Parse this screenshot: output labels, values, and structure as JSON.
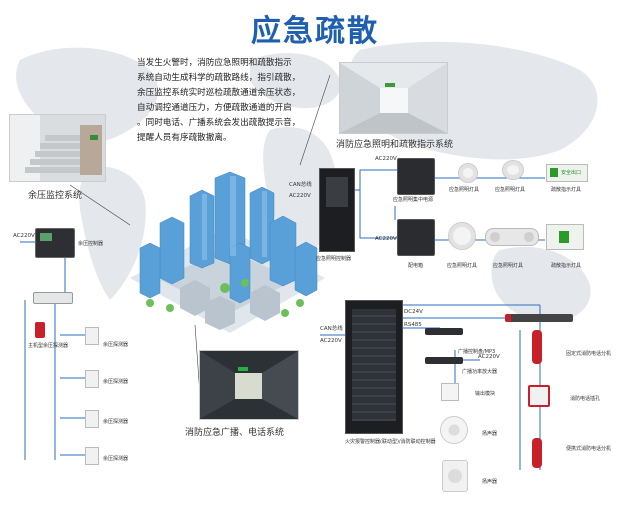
{
  "title": "应急疏散",
  "intro_lines": [
    "当发生火警时，消防应急照明和疏散指示",
    "系统自动生成科学的疏散路线，指引疏散，",
    "余压监控系统实时巡检疏散通道余压状态，",
    "自动调控通道压力，方便疏散通道的开启",
    "。同时电话、广播系统会发出疏散提示音，",
    "提醒人员有序疏散撤离。"
  ],
  "captions": {
    "lighting": "消防应急照明和疏散指示系统",
    "pressure": "余压监控系统",
    "broadcast": "消防应急广播、电话系统"
  },
  "lighting": {
    "can_bus": "CAN总线",
    "ac220": "AC220V",
    "ac220_top": "AC220V",
    "ac220_bottom": "AC220V",
    "cabinet": "应急照明控制器",
    "power_top": "应急照明集中电源",
    "power_bottom": "配电箱",
    "top_devices": [
      "应急照明灯具",
      "应急照明灯具",
      "疏散指示灯具"
    ],
    "bottom_devices": [
      "应急照明灯具",
      "应急照明灯具",
      "疏散指示灯具"
    ],
    "exit_sign": "安全出口"
  },
  "pressure": {
    "ac220": "AC220V",
    "module_label": "余压控制器",
    "sensors": [
      "余压探测器",
      "余压探测器",
      "余压探测器",
      "余压探测器"
    ],
    "bottom_label": "主机型余压探测器"
  },
  "broadcast": {
    "can_bus": "CAN总线",
    "ac220": "AC220V",
    "rs485": "RS485",
    "dc24": "DC24V",
    "mp3": "广播控制盘/MP3",
    "ac220_amp": "AC220V",
    "amp": "广播功率放大器",
    "module": "输出模块",
    "speaker1": "扬声器",
    "speaker2": "扬声器",
    "cabinet": "火灾报警控制器(联动型)/消防联动控制器",
    "fixed_phone": "固定式消防电话分机",
    "jack": "消防电话插孔",
    "portable_phone": "便携式消防电话分机"
  }
}
